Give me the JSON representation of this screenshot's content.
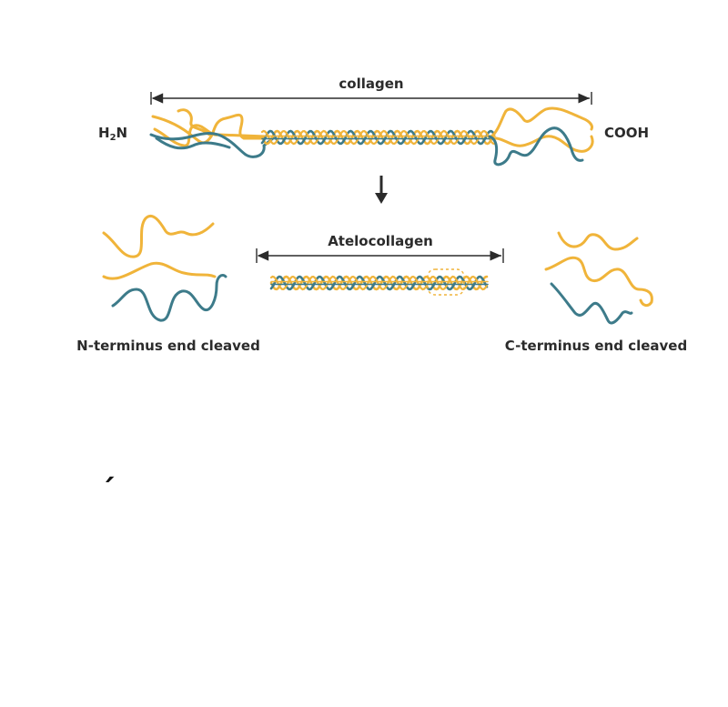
{
  "diagram": {
    "colors": {
      "yellow": "#f0b43a",
      "teal": "#3d7b8a",
      "ink": "#2b2b2b"
    },
    "top": {
      "span_label": "collagen",
      "left_terminus": "H2N",
      "left_terminus_base": "H",
      "left_terminus_sub": "2",
      "left_terminus_tail": "N",
      "right_terminus": "COOH"
    },
    "bottom": {
      "span_label": "Atelocollagen",
      "left_caption": "N-terminus end cleaved",
      "right_caption": "C-terminus end cleaved"
    },
    "stray_mark": "´"
  }
}
